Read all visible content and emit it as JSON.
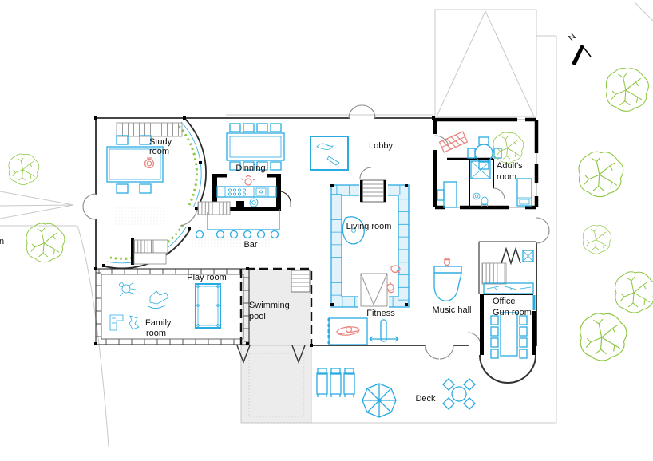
{
  "rooms": {
    "study": {
      "line1": "Study",
      "line2": "room"
    },
    "dinning": {
      "label": "Dinning"
    },
    "lobby": {
      "label": "Lobby"
    },
    "adults": {
      "line1": "Adult's",
      "line2": "room"
    },
    "bar": {
      "label": "Bar"
    },
    "living": {
      "label": "Living room"
    },
    "play": {
      "label": "Play room"
    },
    "family": {
      "line1": "Family",
      "line2": "room"
    },
    "pool": {
      "line1": "Swimming",
      "line2": "pool"
    },
    "fitness": {
      "label": "Fitness"
    },
    "music": {
      "label": "Music hall"
    },
    "office": {
      "line1": "Office",
      "line2": "Gun room"
    },
    "deck": {
      "label": "Deck"
    }
  },
  "compass": {
    "label": "N"
  },
  "site": {
    "edge_text": "n"
  },
  "colors": {
    "furniture": "#29ABE2",
    "plants": "#8CC63F",
    "accent_red": "#E8837E",
    "site_lines": "#c9c9c9",
    "walls": "#2b2b2b",
    "pool_fill": "#ececec"
  }
}
